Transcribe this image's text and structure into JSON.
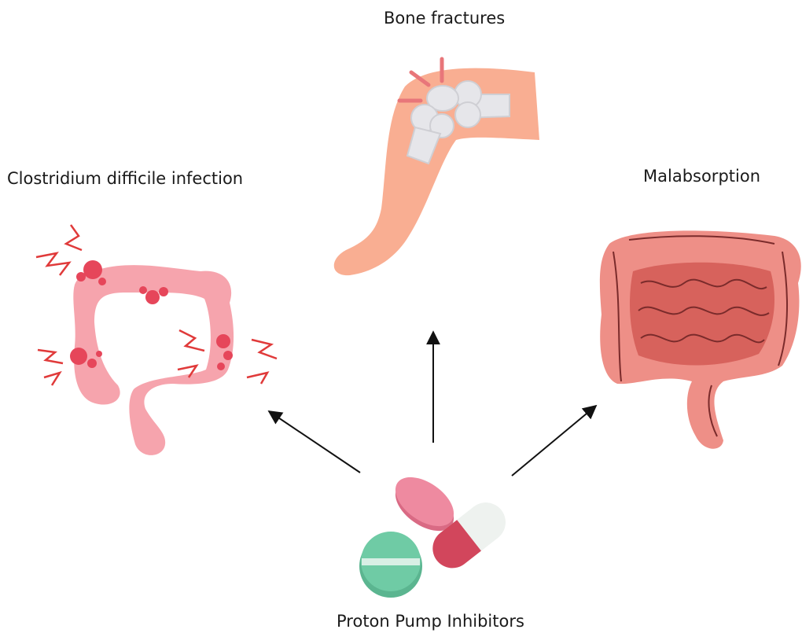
{
  "center": {
    "label": "Proton Pump Inhibitors",
    "icon": "pills-icon"
  },
  "effects": [
    {
      "label": "Bone fractures",
      "icon": "knee-fracture-icon"
    },
    {
      "label": "Clostridium difficile infection",
      "icon": "inflamed-colon-icon"
    },
    {
      "label": "Malabsorption",
      "icon": "intestines-icon"
    }
  ],
  "colors": {
    "skin": "#f9ae92",
    "bone": "#e6e6ea",
    "fracture": "#e8767a",
    "colon": "#f6a4ad",
    "colon_spot": "#e6465a",
    "zap": "#e03a3a",
    "intestine_outer": "#ee8f87",
    "intestine_inner": "#d7625c",
    "intestine_line": "#7a2b2b",
    "pill_pink": "#ee8aa0",
    "pill_green": "#6fcba5",
    "capsule_red": "#d2465c",
    "capsule_white": "#eef2ef",
    "arrow": "#111111"
  }
}
